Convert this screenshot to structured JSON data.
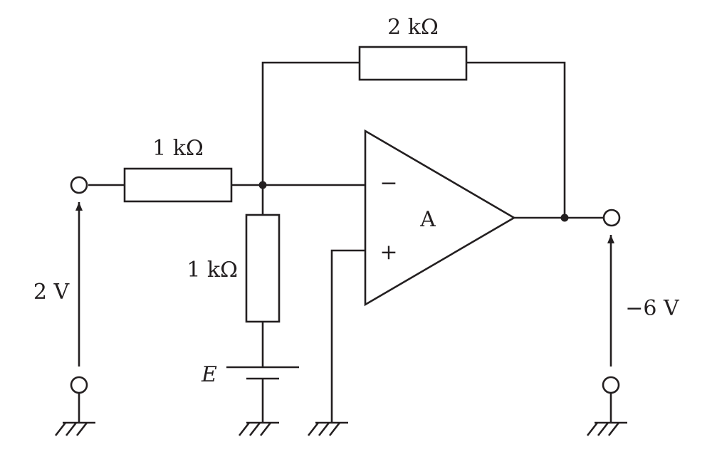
{
  "diagram": {
    "feedback_resistor_label": "2 kΩ",
    "input_resistor_label": "1 kΩ",
    "bias_resistor_label": "1 kΩ",
    "battery_label": "E",
    "opamp_label": "A",
    "inverting_sign": "−",
    "noninverting_sign": "+",
    "input_voltage_label": "2 V",
    "output_voltage_label": "−6 V"
  }
}
